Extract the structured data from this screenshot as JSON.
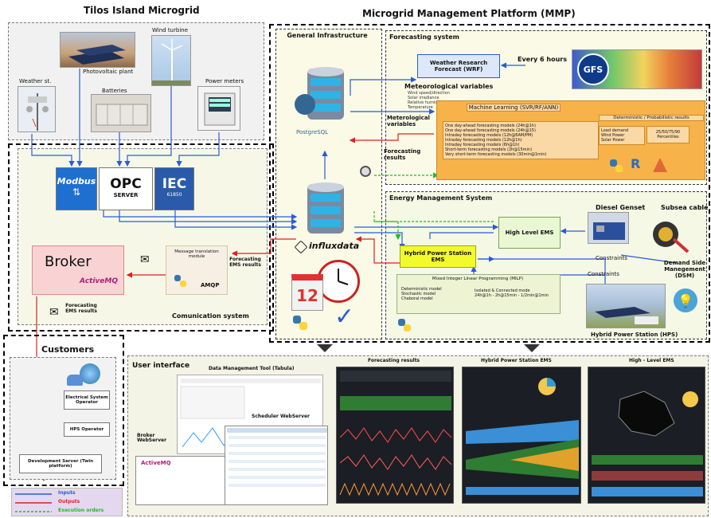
{
  "headings": {
    "tilos": "Tilos Island Microgrid",
    "mmp": "Microgrid Management Platform (MMP)",
    "general_infra": "General Infrastructure",
    "forecasting_system": "Forecasting system",
    "ems": "Energy Management System",
    "communication": "Comunication system",
    "customers": "Customers",
    "user_interface": "User interface"
  },
  "field_devices": {
    "weather": "Weather st.",
    "pv": "Photovoltaic plant",
    "wind": "Wind turbine",
    "batteries": "Batteries",
    "meters": "Power meters"
  },
  "protocols": {
    "modbus": "Modbus",
    "opc": "OPC",
    "opc_sub": "SERVER",
    "iec": "IEC",
    "iec_sub": "61850"
  },
  "infra": {
    "postgres": "PostgreSQL",
    "influx": "influxdata",
    "calendar_day": "12"
  },
  "forecast": {
    "wrf": "Weather Research Forecast (WRF)",
    "every6": "Every 6 hours",
    "gfs": "GFS",
    "met_vars": "Meteorological variables",
    "met_list": [
      "Wind speed/direction",
      "Solar irradiance",
      "Relative humidity",
      "Temperature"
    ],
    "met_vars2": "Meterological variables",
    "ml_title": "Machine Learning (SVR/RF/ANN)",
    "ml_models": [
      "One day-ahead forecasting models (24h@1h)",
      "One day-ahead forecasting models (24h@15)",
      "Intraday forecasting models (12h@6AM/PM)",
      "Intraday forecasting models (12h@1h)",
      "Intraday forecasting models (6h@1h)",
      "Short-term forecasting models (2h@15min)",
      "Very short-term forecasting models (30min@1min)"
    ],
    "det_title": "Deterministic / Probabilistic results",
    "det_items": [
      "Load demand",
      "Wind Power",
      "Solar Power"
    ],
    "percentiles": "25/50/75/90 Percentiles",
    "fc_results": "Forecasting results"
  },
  "ems": {
    "diesel": "Diesel Genset",
    "subsea": "Subsea cable",
    "hl": "High Level EMS",
    "hps": "Hybrid Power Station EMS",
    "constraints1": "Constraints",
    "constraints2": "Constraints",
    "dsm": "Demand Side Manegement (DSM)",
    "milp_title": "Mixed Integer Linear Programming (MILP)",
    "milp_left": [
      "Deterministic model",
      "Stochastic model",
      "Chaboral model"
    ],
    "milp_right": [
      "Isolated & Connected mode",
      "24h@1h - 2h@15min - 1/2min@1min"
    ],
    "hps_station": "Hybrid Power Station (HPS)"
  },
  "comm": {
    "broker": "Broker",
    "activemq": "ActiveMQ",
    "translation": "Message translation module",
    "amqp": "AMQP",
    "fc_ems_results": "Forecasting EMS results",
    "fc_ems_results2": "Forecasting EMS results"
  },
  "customers": {
    "eso": "Electrical System Operator",
    "hps_op": "HPS Operator",
    "dev_server": "Development Server (Twin platform)"
  },
  "ui": {
    "dmt": "Data Management Tool (Tabula)",
    "fc_results": "Forecasting results",
    "hps_ems": "Hybrid Power Station EMS",
    "hl_ems": "High - Level EMS",
    "broker_ws": "Broker WebServer",
    "scheduler_ws": "Scheduler WebServer",
    "activemq": "ActiveMQ"
  },
  "legend": {
    "inputs": "Inputs",
    "outputs": "Outputs",
    "exec": "Execution orders"
  },
  "colors": {
    "inputs": "#2a5bd7",
    "outputs": "#e02020",
    "exec": "#22bb22",
    "infra_bg": "#fafae6",
    "ems_bg": "#f4f8e4",
    "forecast_orange": "#f7b34a"
  }
}
